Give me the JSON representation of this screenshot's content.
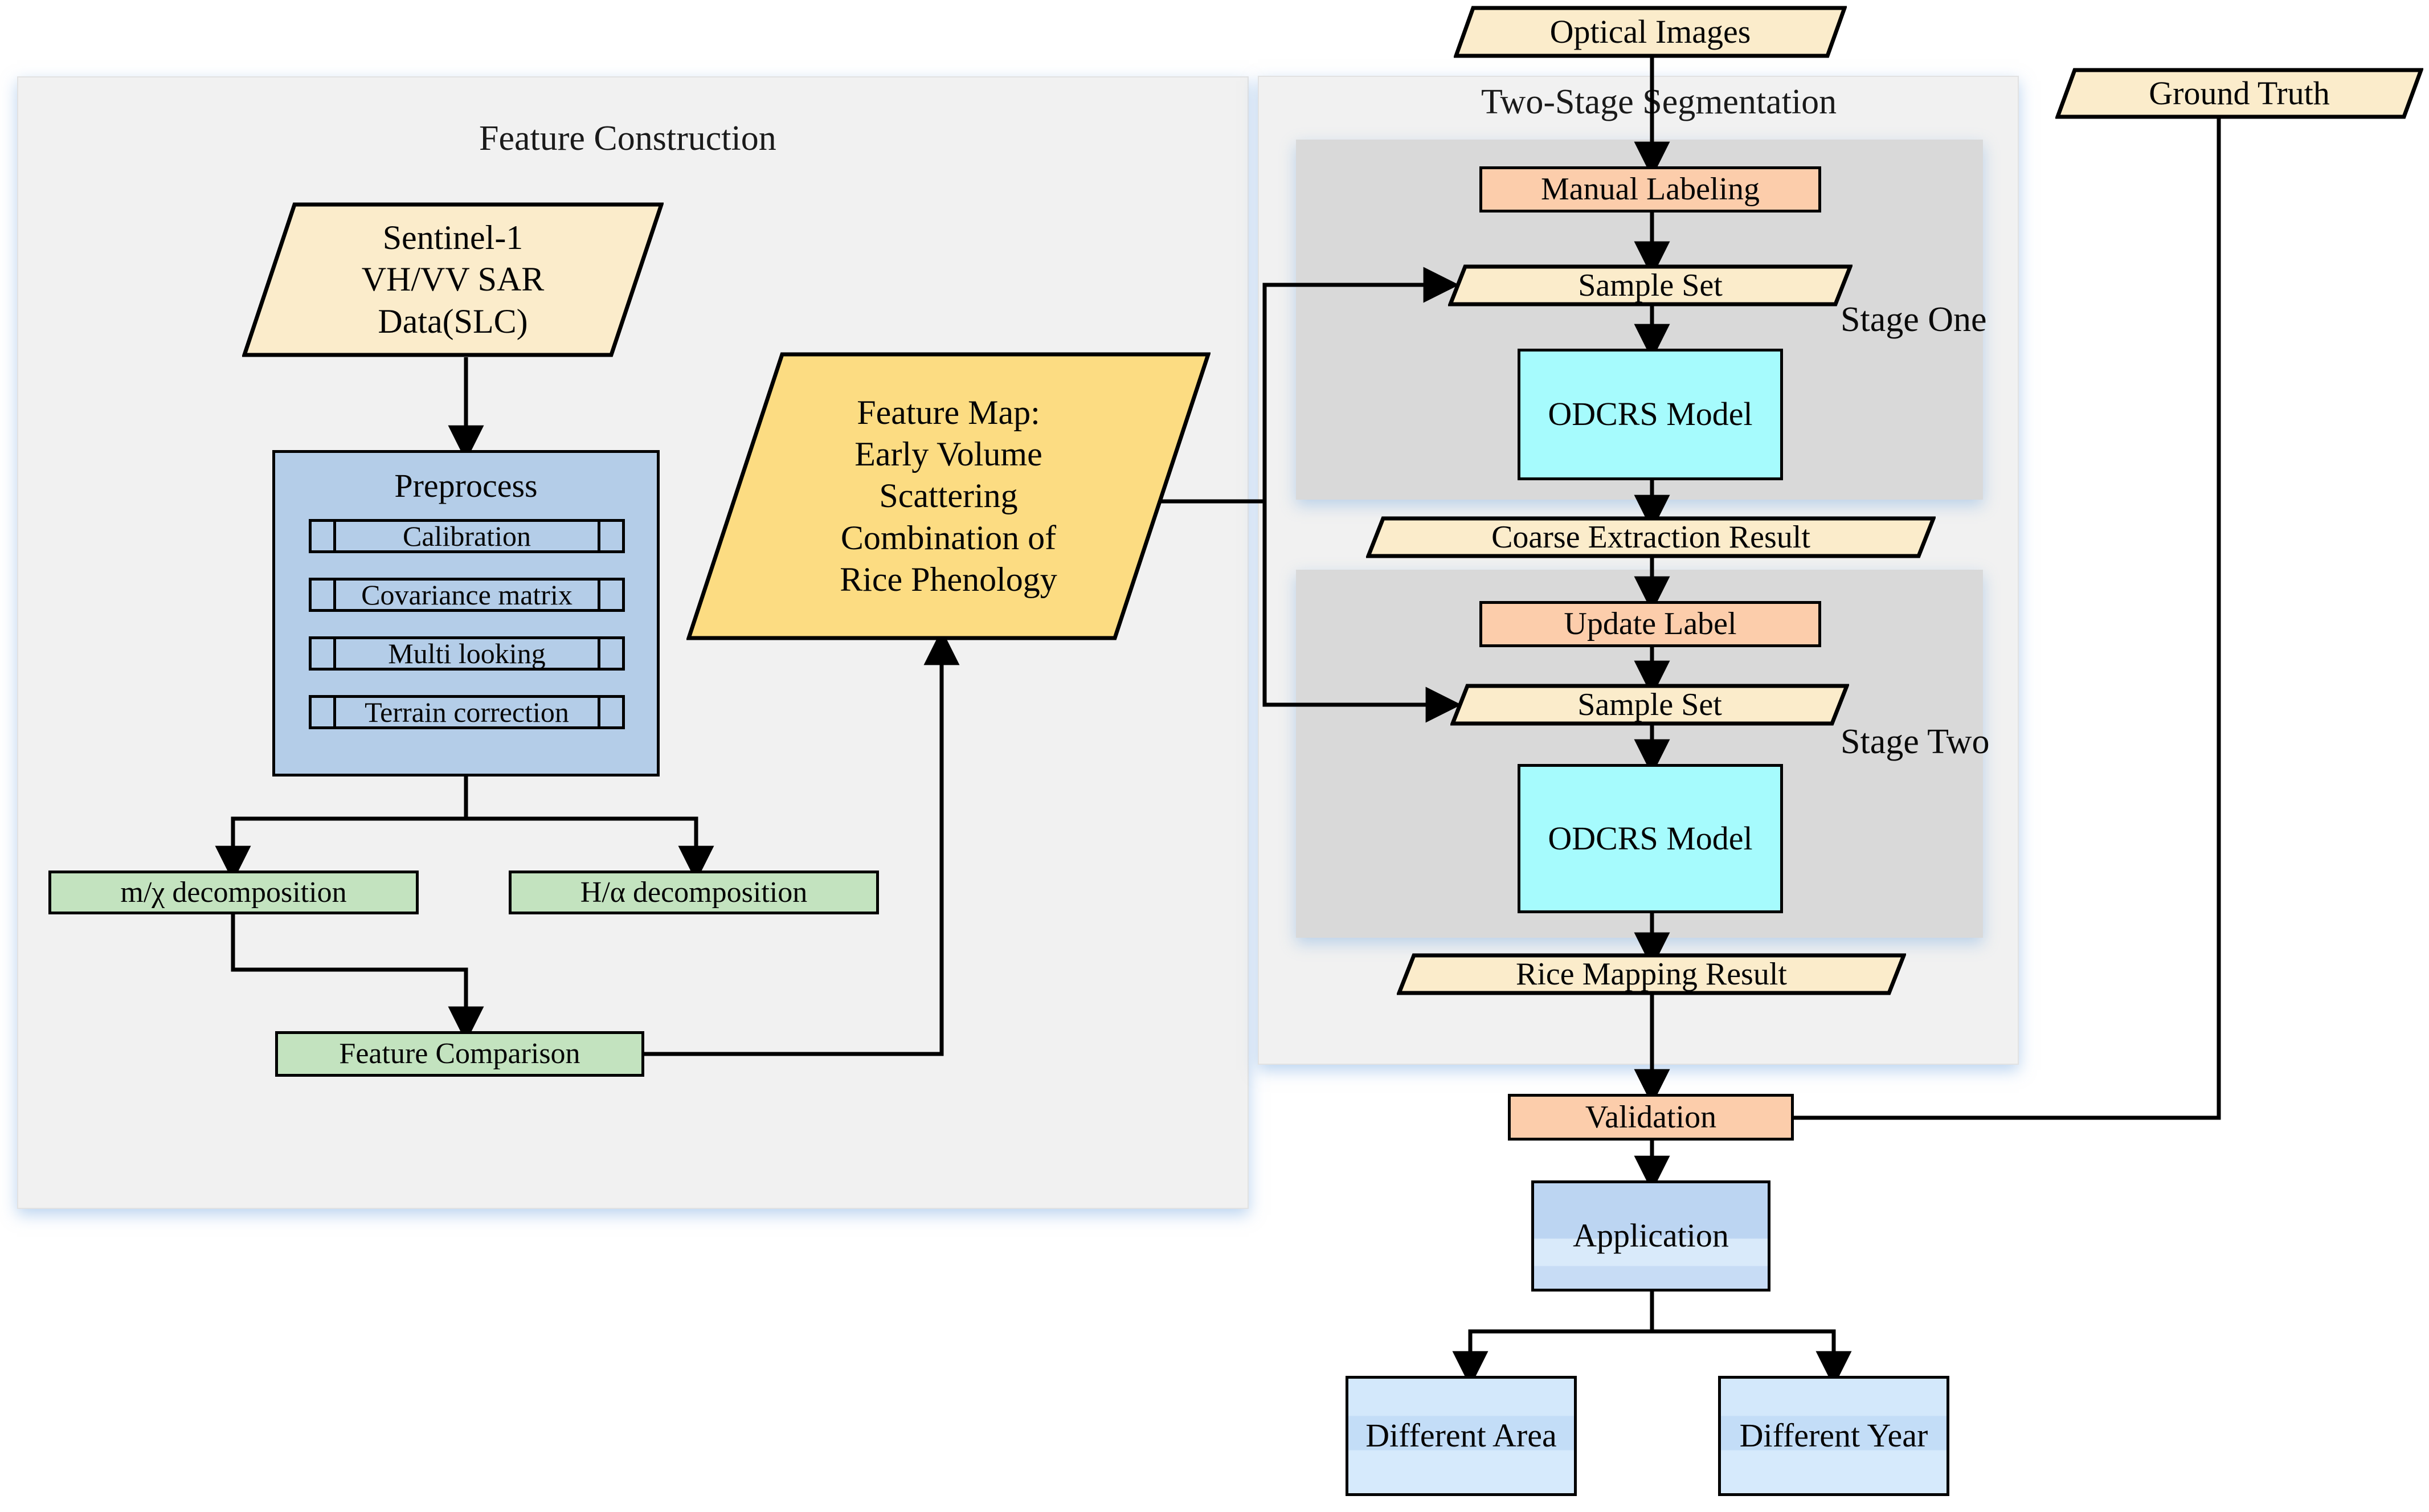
{
  "diagram": {
    "title": "Rice Mapping Workflow Flowchart",
    "panels": {
      "feature_construction": {
        "title": "Feature Construction"
      },
      "two_stage_segmentation": {
        "title": "Two-Stage Segmentation"
      },
      "stage_one": {
        "label": "Stage One"
      },
      "stage_two": {
        "label": "Stage Two"
      }
    },
    "nodes": {
      "sentinel_data": {
        "label": "Sentinel-1\nVH/VV SAR\nData(SLC)"
      },
      "preprocess": {
        "title": "Preprocess",
        "steps": [
          {
            "label": "Calibration"
          },
          {
            "label": "Covariance matrix"
          },
          {
            "label": "Multi looking"
          },
          {
            "label": "Terrain correction"
          }
        ]
      },
      "mchi_decomposition": {
        "label": "m/χ decomposition"
      },
      "halpha_decomposition": {
        "label": "H/α  decomposition"
      },
      "feature_comparison": {
        "label": "Feature Comparison"
      },
      "feature_map": {
        "label": "Feature  Map:\nEarly Volume\nScattering\nCombination of\nRice Phenology"
      },
      "optical_images": {
        "label": "Optical Images"
      },
      "ground_truth": {
        "label": "Ground Truth"
      },
      "manual_labeling": {
        "label": "Manual Labeling"
      },
      "sample_set_one": {
        "label": "Sample Set"
      },
      "odcrs_model_one": {
        "label": "ODCRS Model"
      },
      "coarse_extraction_result": {
        "label": "Coarse Extraction Result"
      },
      "update_label": {
        "label": "Update Label"
      },
      "sample_set_two": {
        "label": "Sample  Set"
      },
      "odcrs_model_two": {
        "label": "ODCRS Model"
      },
      "rice_mapping_result": {
        "label": "Rice Mapping  Result"
      },
      "validation": {
        "label": "Validation"
      },
      "application": {
        "label": "Application"
      },
      "different_area": {
        "label": "Different Area"
      },
      "different_year": {
        "label": "Different Year"
      }
    },
    "colors": {
      "panel_bg": "#f1f1f1",
      "subpanel_bg": "#d9d9d9",
      "data_parallelogram": "#fbeccb",
      "feature_map_parallelogram": "#fcdc82",
      "process_blue": "#b4cde8",
      "decomposition_green": "#c3e3bf",
      "action_orange": "#fccdab",
      "model_cyan": "#a6fbfd",
      "application_blue": "#bcd5f2",
      "stroke": "#000000"
    }
  }
}
